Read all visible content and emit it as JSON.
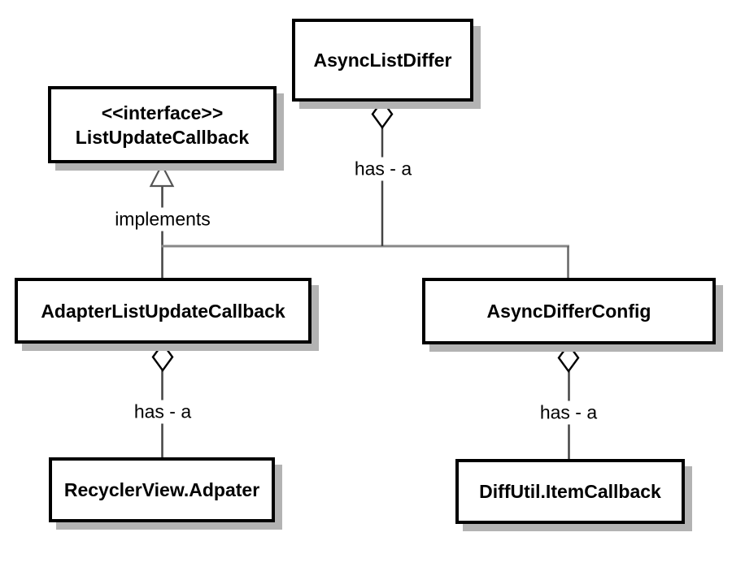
{
  "nodes": {
    "async_list_differ": {
      "label": "AsyncListDiffer"
    },
    "list_update_callback": {
      "stereotype": "<<interface>>",
      "label": "ListUpdateCallback"
    },
    "adapter_list_update_callback": {
      "label": "AdapterListUpdateCallback"
    },
    "async_differ_config": {
      "label": "AsyncDifferConfig"
    },
    "recycler_view_adapter": {
      "label": "RecyclerView.Adpater"
    },
    "diff_util_item_callback": {
      "label": "DiffUtil.ItemCallback"
    }
  },
  "edges": {
    "implements": {
      "label": "implements",
      "type": "generalization"
    },
    "has_a_top": {
      "label": "has - a",
      "type": "aggregation"
    },
    "has_a_left": {
      "label": "has - a",
      "type": "aggregation"
    },
    "has_a_right": {
      "label": "has - a",
      "type": "aggregation"
    }
  },
  "colors": {
    "background": "#ffffff",
    "box_border": "#000000",
    "box_fill": "#ffffff",
    "box_shadow": "#b3b3b3",
    "connector_vertical": "#444444",
    "connector_horizontal": "#888888",
    "triangle_stroke": "#555555",
    "diamond_stroke": "#000000"
  }
}
